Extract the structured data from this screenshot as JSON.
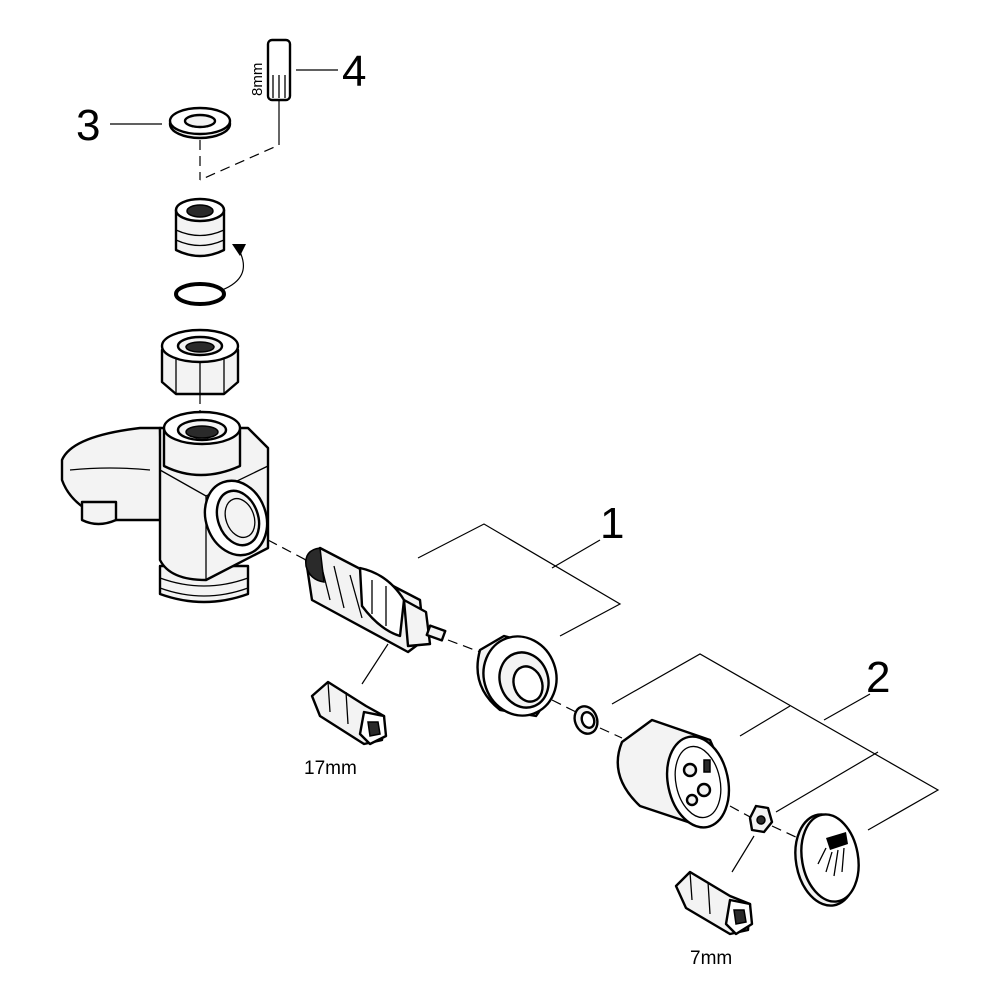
{
  "callouts": {
    "part_1": "1",
    "part_2": "2",
    "part_3": "3",
    "part_4": "4"
  },
  "dimensions": {
    "hex_key_8": "8mm",
    "wrench_17": "17mm",
    "wrench_7": "7mm"
  }
}
